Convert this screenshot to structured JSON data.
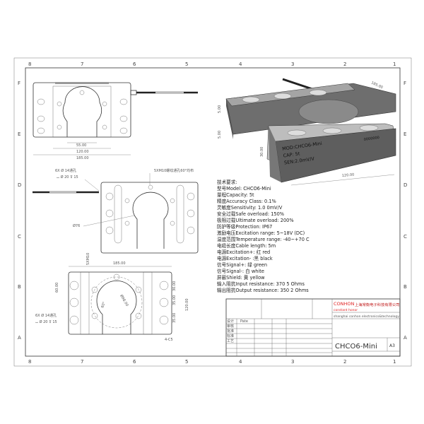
{
  "frame": {
    "columns": [
      "8",
      "7",
      "6",
      "5",
      "4",
      "3",
      "2",
      "1"
    ],
    "rows": [
      "F",
      "E",
      "D",
      "C",
      "B",
      "A"
    ]
  },
  "views": {
    "top": {
      "dims": [
        "55.00",
        "120.00",
        "185.00"
      ]
    },
    "middle": {
      "hole_note_1": "6X Ø 14通孔",
      "hole_note_2": "⌴ Ø 20 ⊽ 15",
      "thread_note": "5XM10螺纹通孔60°均布",
      "diameter": "Ø76"
    },
    "bottom": {
      "dims": [
        "185.00",
        "5XM10",
        "60.00",
        "30.00",
        "35.00",
        "35.00",
        "120.00",
        "Ø98.00",
        "60°"
      ],
      "hole_note_1": "6X Ø 14通孔",
      "hole_note_2": "⌴ Ø 20 ⊽ 15",
      "chamfer": "4-C5"
    }
  },
  "iso": {
    "dims": [
      "5.00",
      "5.00",
      "30.00",
      "185.00",
      "120.00"
    ],
    "label": [
      "MOD:CHCO6-Mini",
      "CAP: 5t",
      "SEN:2.0mV/V"
    ],
    "serial": "0000000"
  },
  "specs": {
    "title": "技术要求:",
    "lines": [
      "型号Model: CHCO6-Mini",
      "量程Capacity: 5t",
      "精度Accuracy Class: 0.1%",
      "灵敏度Sensitivity: 1.0 0mV/V",
      "安全过载Safe overload: 150%",
      "极限过载Ultimate overload: 200%",
      "防护等级Protection: IP67",
      "激励电压Excitation range: 5~18V (DC)",
      "温度范围Temperature range: -40~+70 C",
      "电缆长度Cable length: 5m",
      "电源Excitation+: 红 red",
      "电源Excitation- :黑 black",
      "信号Signal+: 绿 green",
      "信号Signal-: 白 white",
      "屏蔽Shield: 黄 yellow",
      "输入阻抗Input resistance: 370 5 Ohms",
      "输出阻抗Output resistance: 350 2 Ohms"
    ]
  },
  "title_block": {
    "brand": "CONHON",
    "brand_sub": "constant honor",
    "company_cn": "上海常衡电子科技有限公司",
    "company_en": "shanghai conhon electronics&technology",
    "part_name": "CHCO6-Mini",
    "sheet_size": "A3",
    "row_labels": [
      "设计",
      "审核",
      "批准",
      "标准",
      "工艺"
    ],
    "drawn_by": "Pate",
    "brand_color": "#e02020"
  }
}
